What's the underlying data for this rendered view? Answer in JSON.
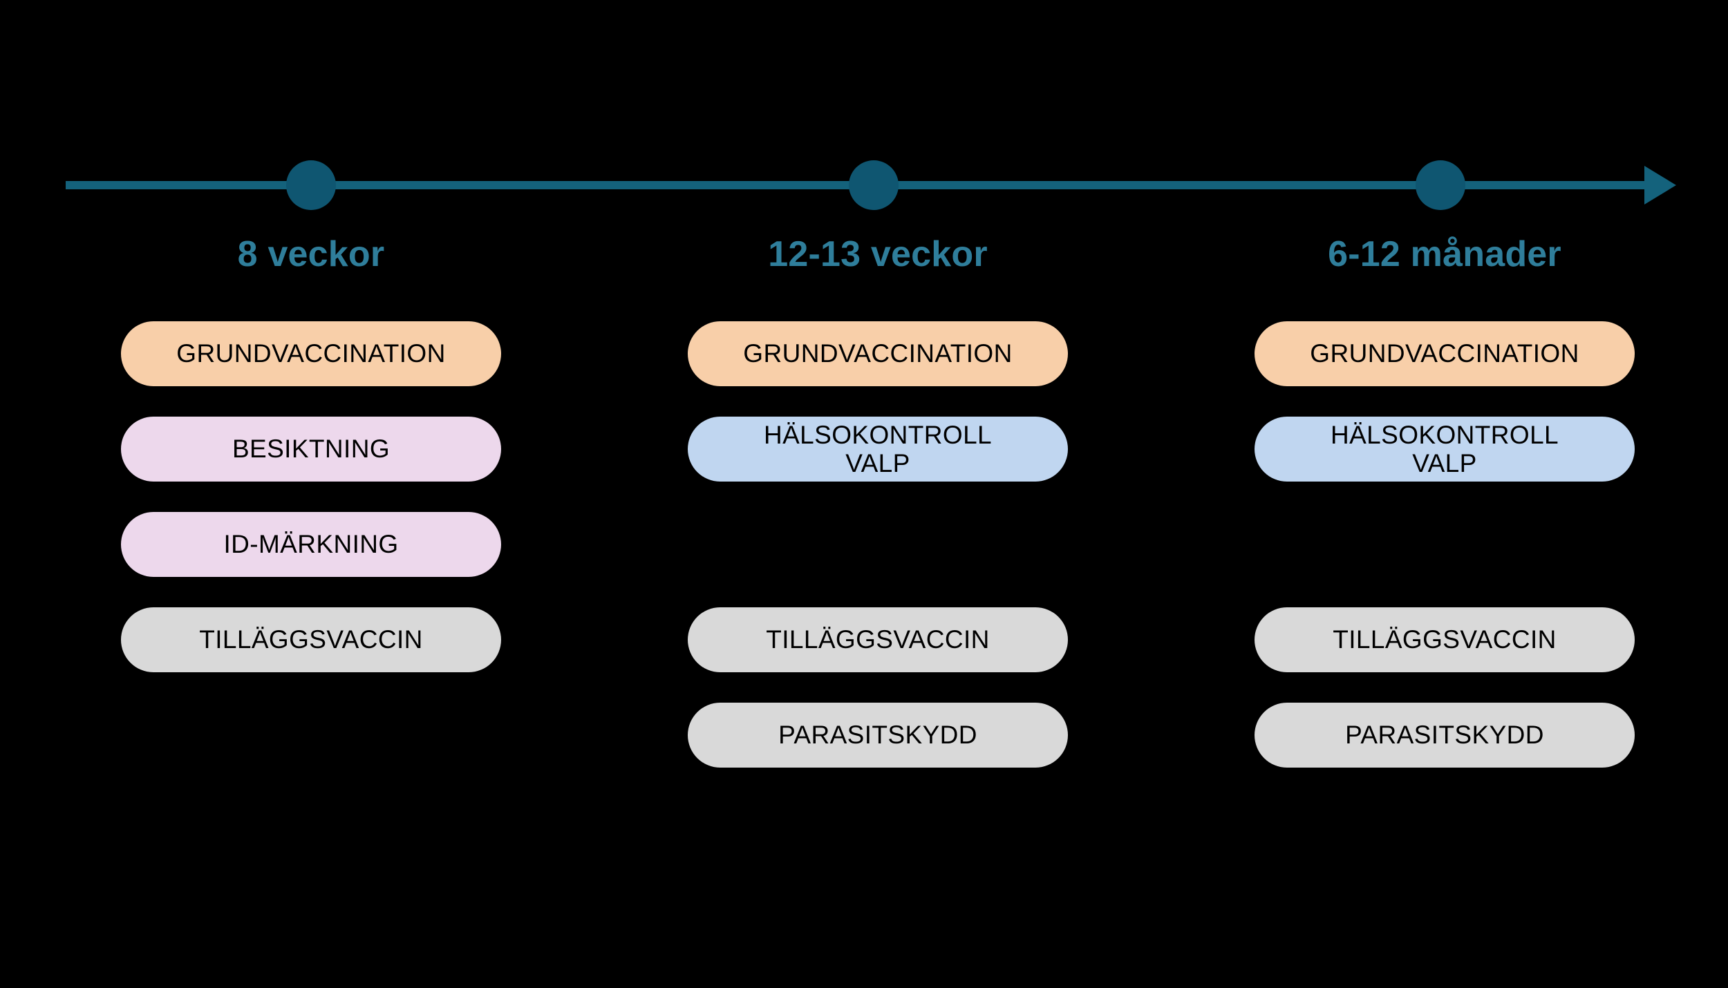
{
  "palette": {
    "background": "#000000",
    "timeline": "#14627C",
    "dot": "#0F5671",
    "header_text": "#2F7E9B",
    "vaccine": "#F8CFA9",
    "check": "#EDD8EC",
    "health": "#C0D6F0",
    "optional": "#D9D9D9",
    "pill_text": "#000000"
  },
  "timeline": {
    "arrow_direction": "right",
    "milestones": [
      {
        "id": "m1",
        "label": "8 veckor"
      },
      {
        "id": "m2",
        "label": "12-13 veckor"
      },
      {
        "id": "m3",
        "label": "6-12 månader"
      }
    ]
  },
  "columns": [
    {
      "header": "8 veckor",
      "items": [
        {
          "label": "GRUNDVACCINATION",
          "kind": "vaccine"
        },
        {
          "label": "BESIKTNING",
          "kind": "check"
        },
        {
          "label": "ID-MÄRKNING",
          "kind": "check"
        },
        {
          "label": "TILLÄGGSVACCIN",
          "kind": "optional"
        },
        {
          "label": "",
          "kind": "none"
        }
      ]
    },
    {
      "header": "12-13 veckor",
      "items": [
        {
          "label": "GRUNDVACCINATION",
          "kind": "vaccine"
        },
        {
          "label": "HÄLSOKONTROLL\nVALP",
          "kind": "health"
        },
        {
          "label": "",
          "kind": "none"
        },
        {
          "label": "TILLÄGGSVACCIN",
          "kind": "optional"
        },
        {
          "label": "PARASITSKYDD",
          "kind": "optional"
        }
      ]
    },
    {
      "header": "6-12 månader",
      "items": [
        {
          "label": "GRUNDVACCINATION",
          "kind": "vaccine"
        },
        {
          "label": "HÄLSOKONTROLL\nVALP",
          "kind": "health"
        },
        {
          "label": "",
          "kind": "none"
        },
        {
          "label": "TILLÄGGSVACCIN",
          "kind": "optional"
        },
        {
          "label": "PARASITSKYDD",
          "kind": "optional"
        }
      ]
    }
  ]
}
